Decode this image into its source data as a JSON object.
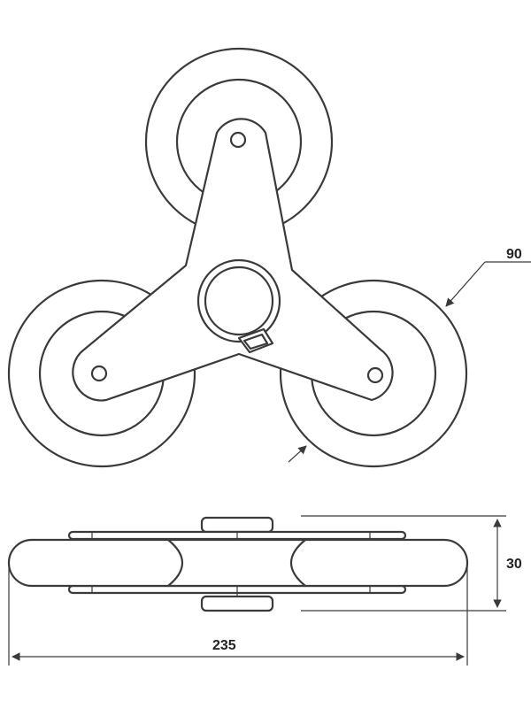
{
  "dimensions": {
    "diameter_label": "90",
    "height_label": "30",
    "width_label": "235"
  },
  "colors": {
    "stroke": "#3a3a3a",
    "text": "#222222",
    "background": "#ffffff"
  }
}
